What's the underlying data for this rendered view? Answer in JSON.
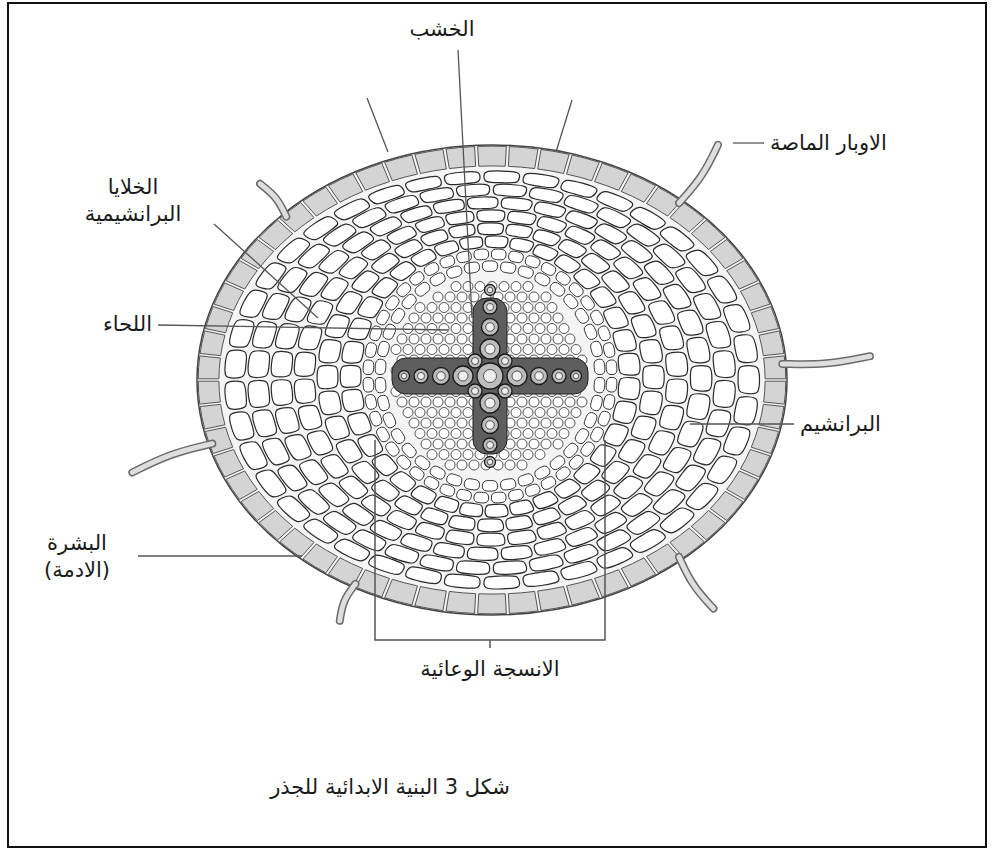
{
  "diagram": {
    "caption": "شكل 3 البنية الابدائية للجذر",
    "labels": [
      "الخشب",
      "الاوبار الماصة",
      "الخلايا البرانشيمية",
      "اللحاء",
      "البرانشيم",
      "البشرة (الادمة)",
      "الانسجة الوعائية"
    ]
  }
}
